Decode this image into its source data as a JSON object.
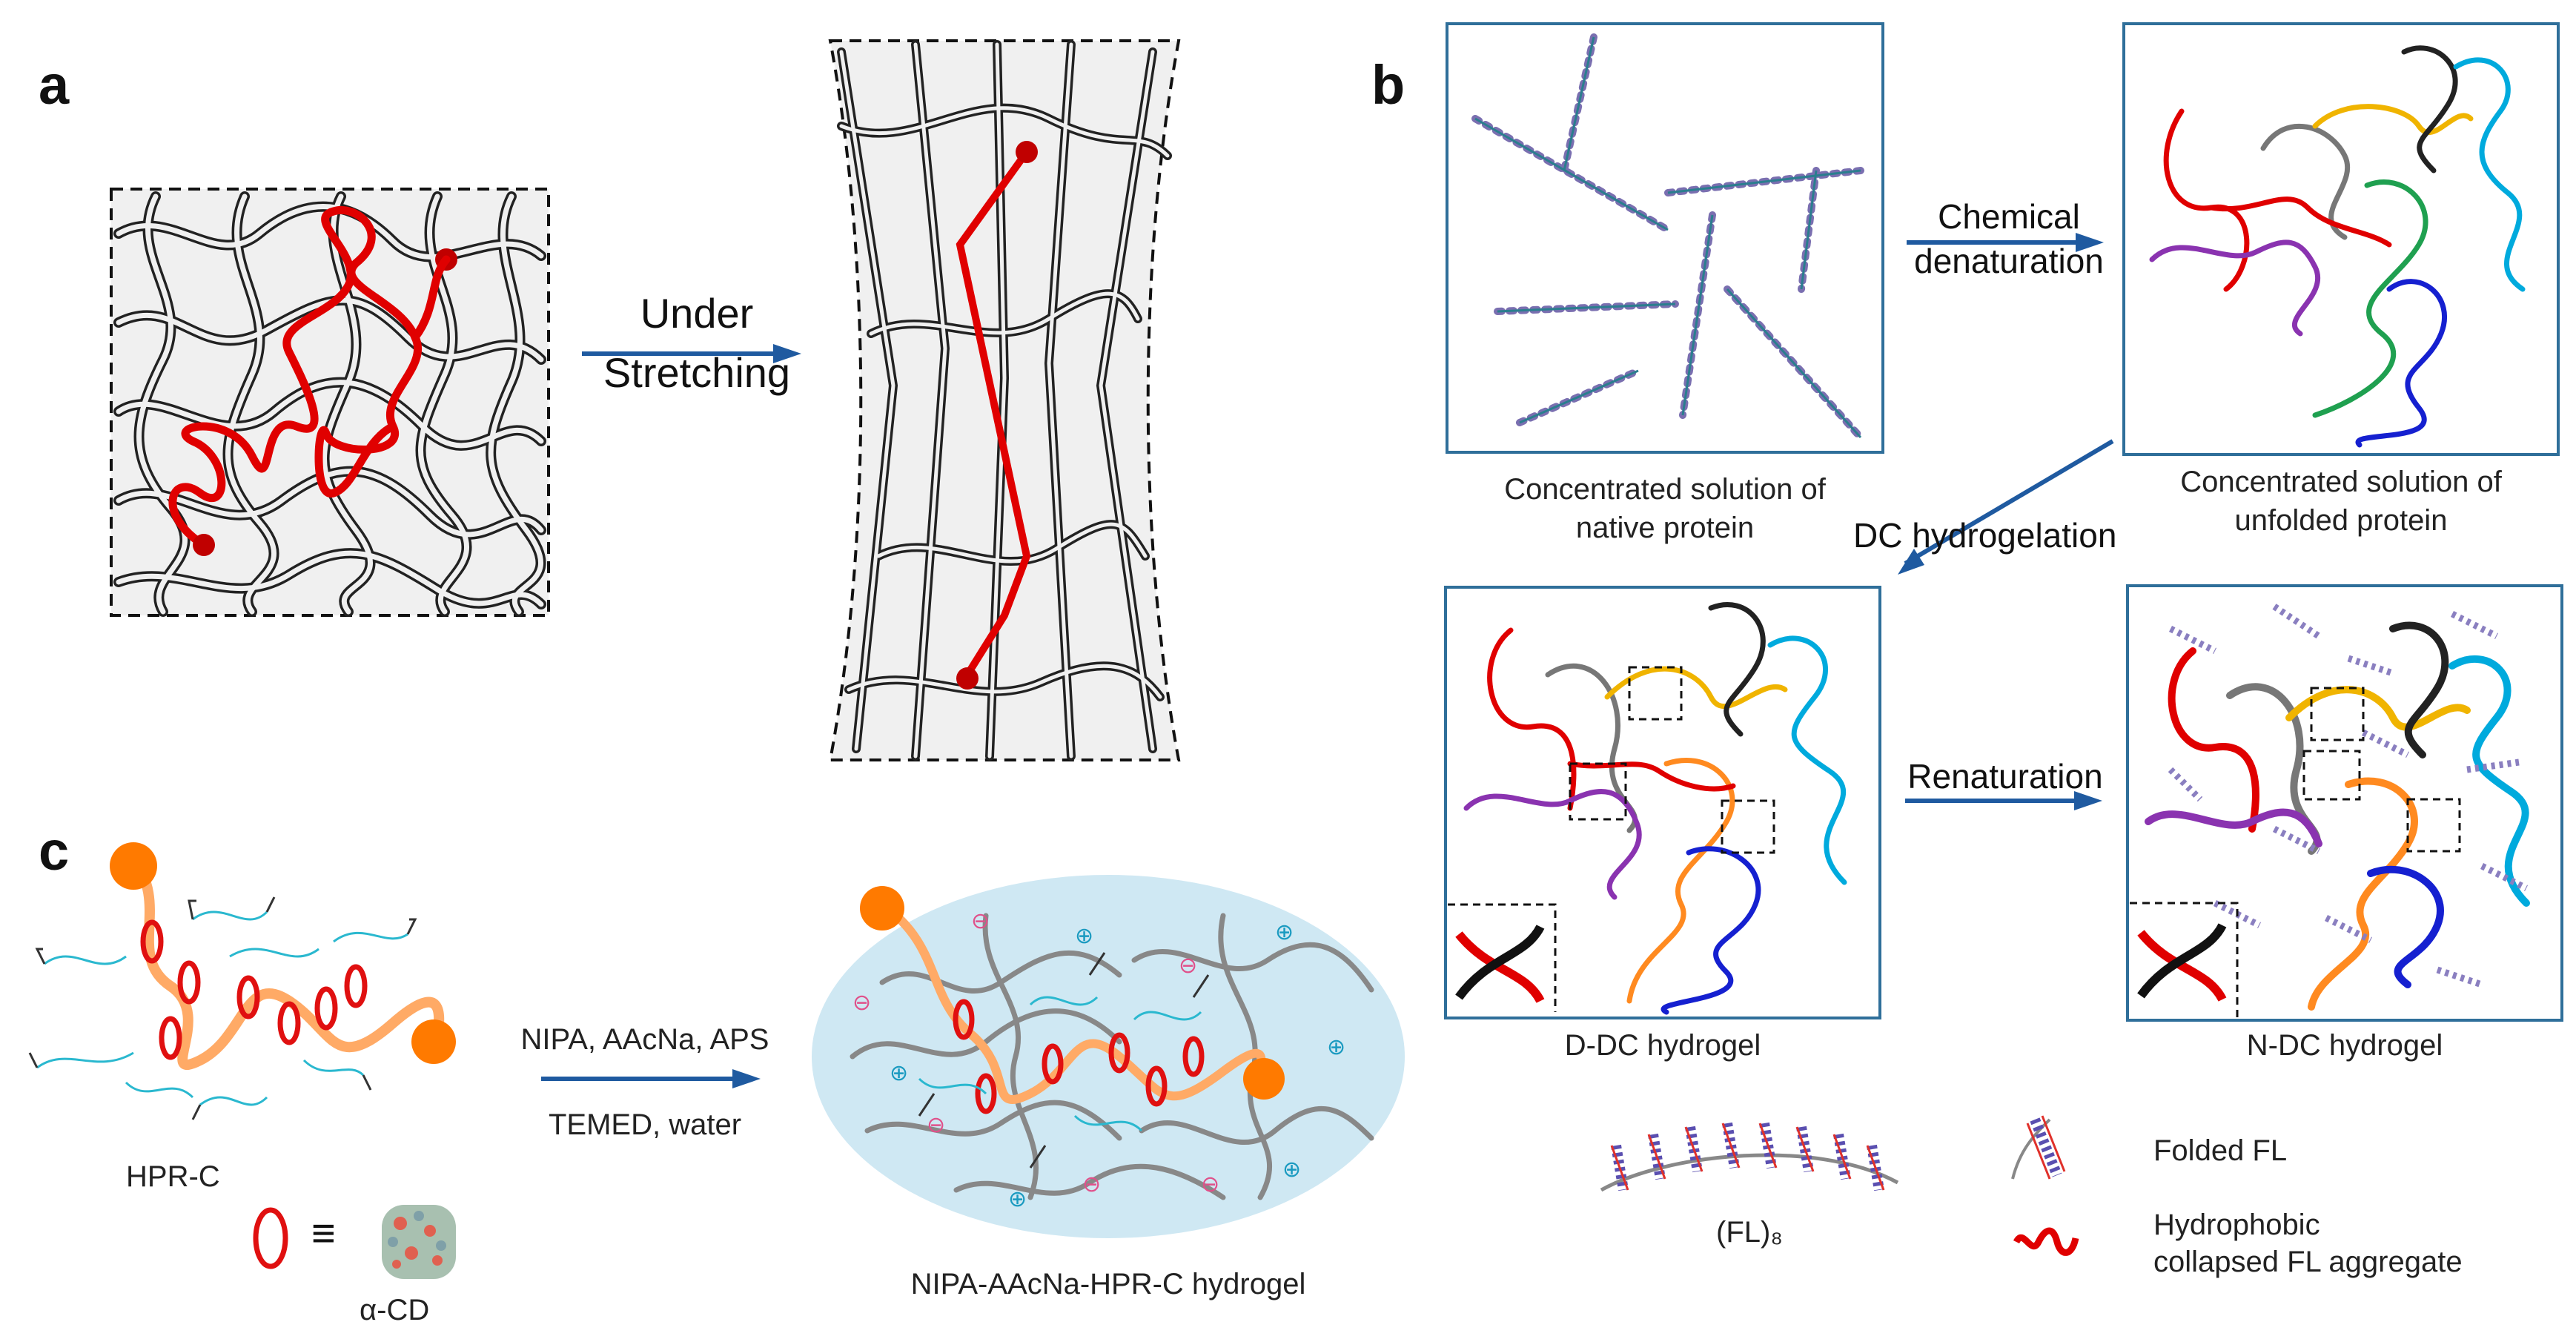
{
  "panel_a": {
    "label": "a",
    "arrow_line1": "Under",
    "arrow_line2": "Stretching"
  },
  "panel_b": {
    "label": "b",
    "step1_line1": "Chemical",
    "step1_line2": "denaturation",
    "step2": "DC hydrogelation",
    "step3": "Renaturation",
    "box1_caption_line1": "Concentrated solution of",
    "box1_caption_line2": "native protein",
    "box2_caption_line1": "Concentrated solution of",
    "box2_caption_line2": "unfolded protein",
    "box3_caption": "D-DC hydrogel",
    "box4_caption": "N-DC hydrogel",
    "legend_chain_label": "(FL)₈",
    "legend_folded": "Folded FL",
    "legend_aggregate_line1": "Hydrophobic",
    "legend_aggregate_line2": "collapsed FL aggregate"
  },
  "panel_c": {
    "label": "c",
    "precursor": "HPR-C",
    "cd_equiv": "≡",
    "cd_label": "α-CD",
    "reagents_line1": "NIPA, AAcNa, APS",
    "reagents_line2": "TEMED, water",
    "product": "NIPA-AAcNa-HPR-C hydrogel",
    "anion_symbol": "⊖",
    "cation_symbol": "⊕"
  },
  "colors": {
    "arrow_blue": "#1f5aa0",
    "chain_red": "#e00000",
    "box_border": "#2f6f9a",
    "gel_bg": "#cfe8f3",
    "orange": "#ff8a20"
  }
}
